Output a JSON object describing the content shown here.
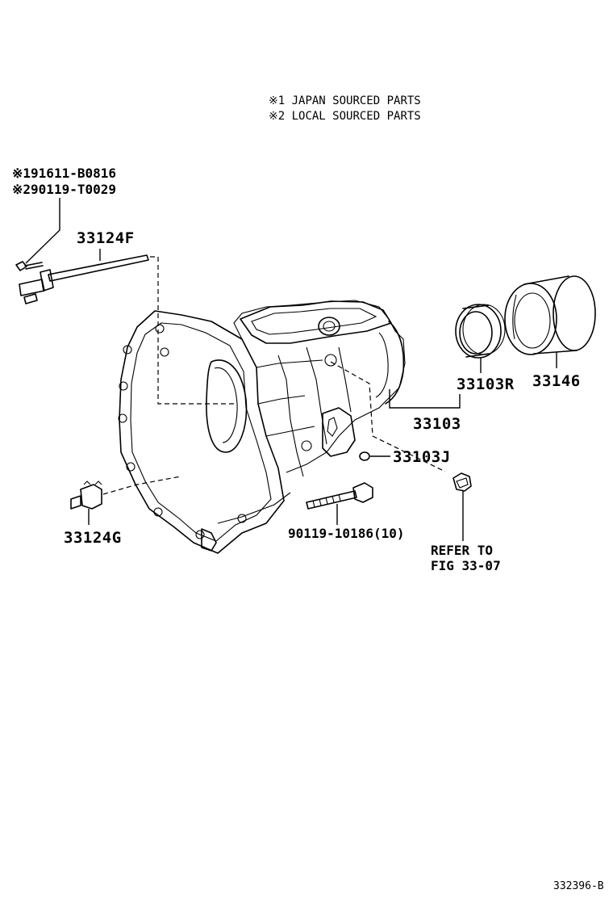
{
  "notes": [
    "※1 JAPAN SOURCED PARTS",
    "※2 LOCAL SOURCED PARTS"
  ],
  "bolt_note": {
    "line1": "※191611-B0816",
    "line2": "※290119-T0029"
  },
  "parts": {
    "p33124F": "33124F",
    "p33124G": "33124G",
    "p33103R": "33103R",
    "p33146": "33146",
    "p33103": "33103",
    "p33103J": "33103J",
    "p90119": "90119-10186(10)"
  },
  "refer": {
    "line1": "REFER TO",
    "line2": "FIG 33-07"
  },
  "figure_code": "332396-B"
}
